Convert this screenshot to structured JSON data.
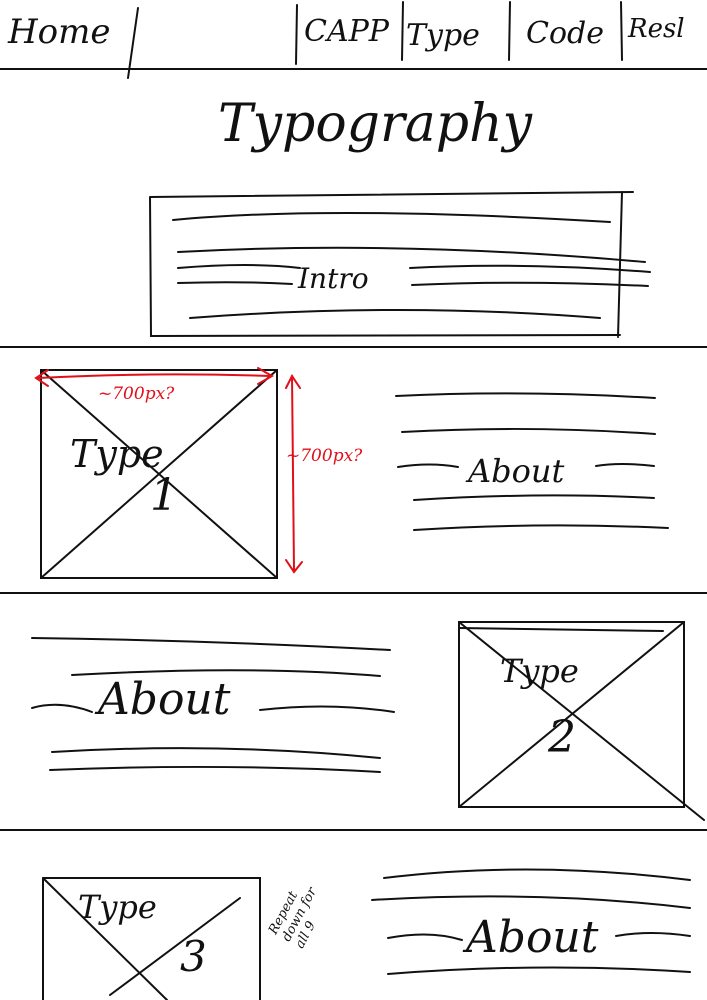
{
  "nav": {
    "home": "Home",
    "items": [
      "CAPP",
      "Type",
      "Code",
      "Resl"
    ]
  },
  "header": {
    "title": "Typography"
  },
  "intro": {
    "label": "Intro"
  },
  "sections": [
    {
      "type_label": "Type",
      "number": "1",
      "about_label": "About"
    },
    {
      "type_label": "Type",
      "number": "2",
      "about_label": "About"
    },
    {
      "type_label": "Type",
      "number": "3",
      "about_label": "About"
    }
  ],
  "annotations": {
    "width_note": "~700px?",
    "height_note": "~700px?",
    "repeat_note_lines": [
      "Repeat",
      "down for",
      "all 9"
    ]
  },
  "colors": {
    "ink": "#111111",
    "annotation": "#e0101a"
  }
}
